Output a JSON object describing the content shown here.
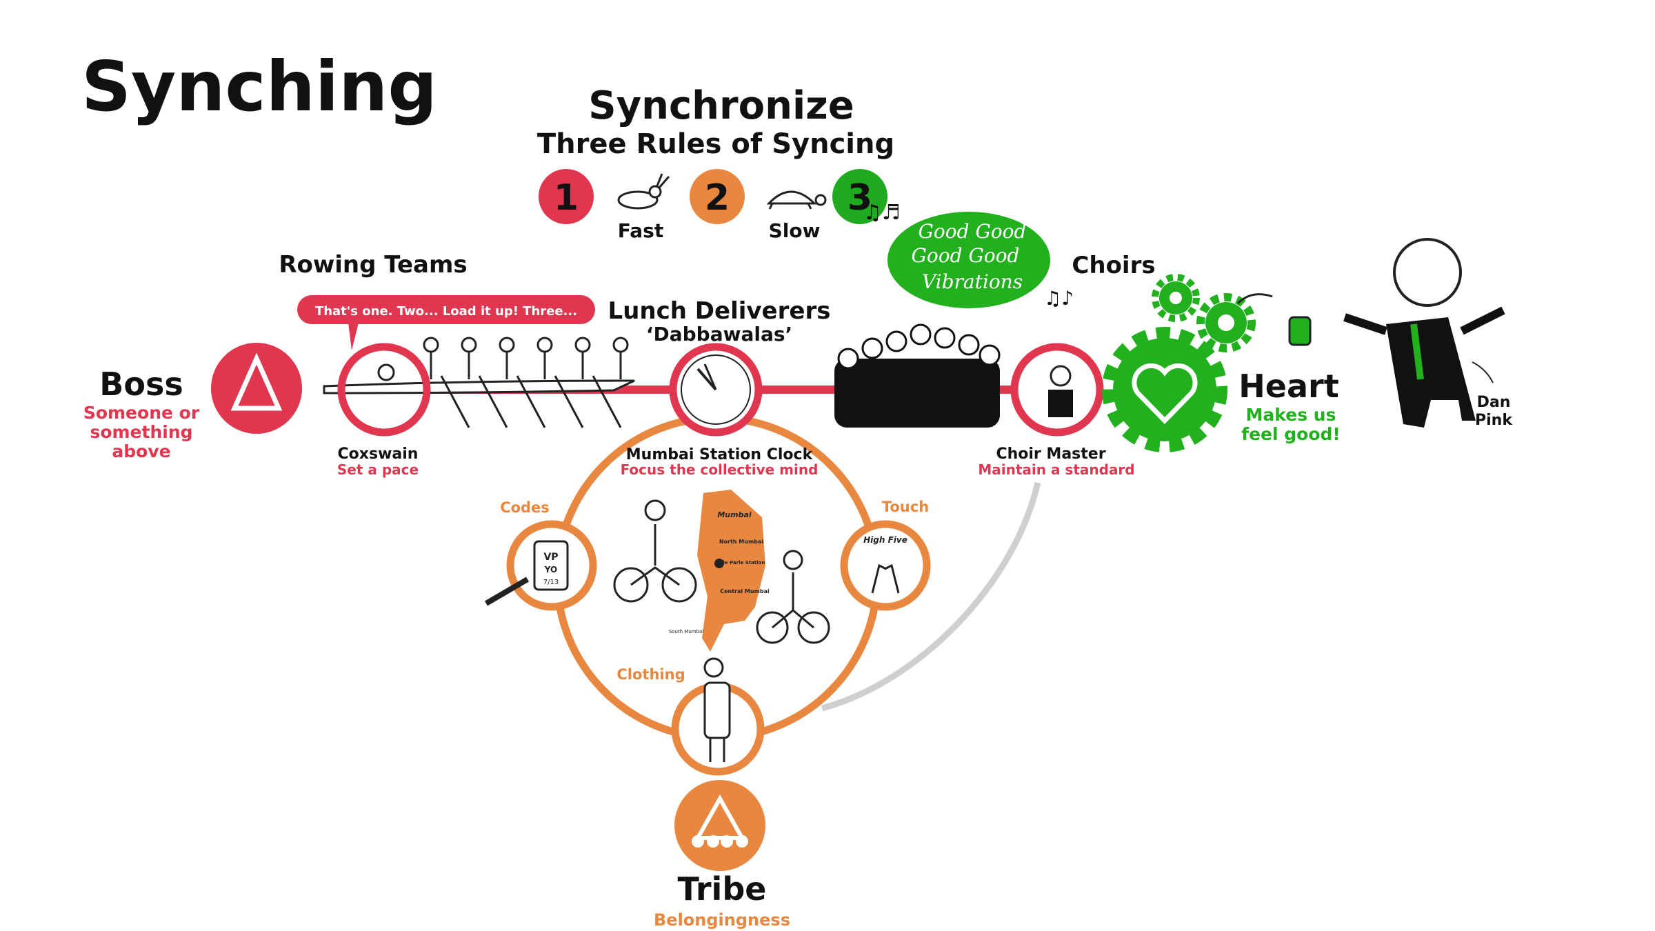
{
  "title": "Synching",
  "header": {
    "title": "Synchronize",
    "subtitle": "Three Rules of Syncing"
  },
  "rules": [
    {
      "number": "1",
      "color": "#e0364f"
    },
    {
      "label": "Fast",
      "icon": "rabbit-icon"
    },
    {
      "number": "2",
      "color": "#e8873f"
    },
    {
      "label": "Slow",
      "icon": "turtle-icon"
    },
    {
      "number": "3",
      "color": "#1faa1f"
    }
  ],
  "colors": {
    "red": "#e0364f",
    "orange": "#e8873f",
    "green": "#22b01e",
    "grey": "#cfcfcf"
  },
  "boss": {
    "title": "Boss",
    "lines": [
      "Someone or",
      "something",
      "above"
    ]
  },
  "rowing": {
    "title": "Rowing Teams",
    "speech": "That's one.  Two...  Load it up!  Three...",
    "node": "Coxswain",
    "sub": "Set a pace"
  },
  "lunch": {
    "title": "Lunch Deliverers",
    "subtitle": "‘Dabbawalas’",
    "node": "Mumbai Station Clock",
    "sub": "Focus the collective mind"
  },
  "tribe_ring": {
    "codes": "Codes",
    "touch": "Touch",
    "touch_caption": "High Five",
    "clothing": "Clothing",
    "tiffin": [
      "VP",
      "YO",
      "7/13"
    ],
    "map": {
      "mumbai": "Mumbai",
      "north": "North Mumbai",
      "station": "Vile Parle Station",
      "central": "Central Mumbai",
      "south": "South Mumbai"
    }
  },
  "tribe": {
    "title": "Tribe",
    "sub": "Belongingness"
  },
  "choirs": {
    "title": "Choirs",
    "bubble": [
      "Good Good",
      "Good Good",
      "Vibrations"
    ],
    "node": "Choir Master",
    "sub": "Maintain a standard"
  },
  "heart": {
    "title": "Heart",
    "lines": [
      "Makes us",
      "feel good!"
    ]
  },
  "person": {
    "lines": [
      "Dan",
      "Pink"
    ]
  }
}
